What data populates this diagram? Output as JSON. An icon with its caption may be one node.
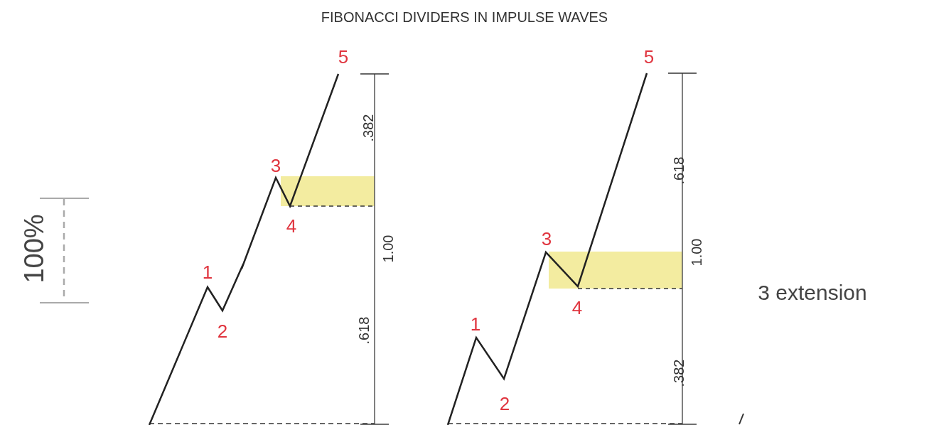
{
  "diagram": {
    "title": "FIBONACCI DIVIDERS IN IMPULSE WAVES",
    "labels": [
      "100%",
      "5",
      ".382",
      "3",
      "4",
      "1.00",
      "1",
      "2",
      ".618",
      "5",
      ".618",
      "3",
      "1.00",
      "1",
      "4",
      ".382",
      "2",
      "3 extension"
    ]
  }
}
